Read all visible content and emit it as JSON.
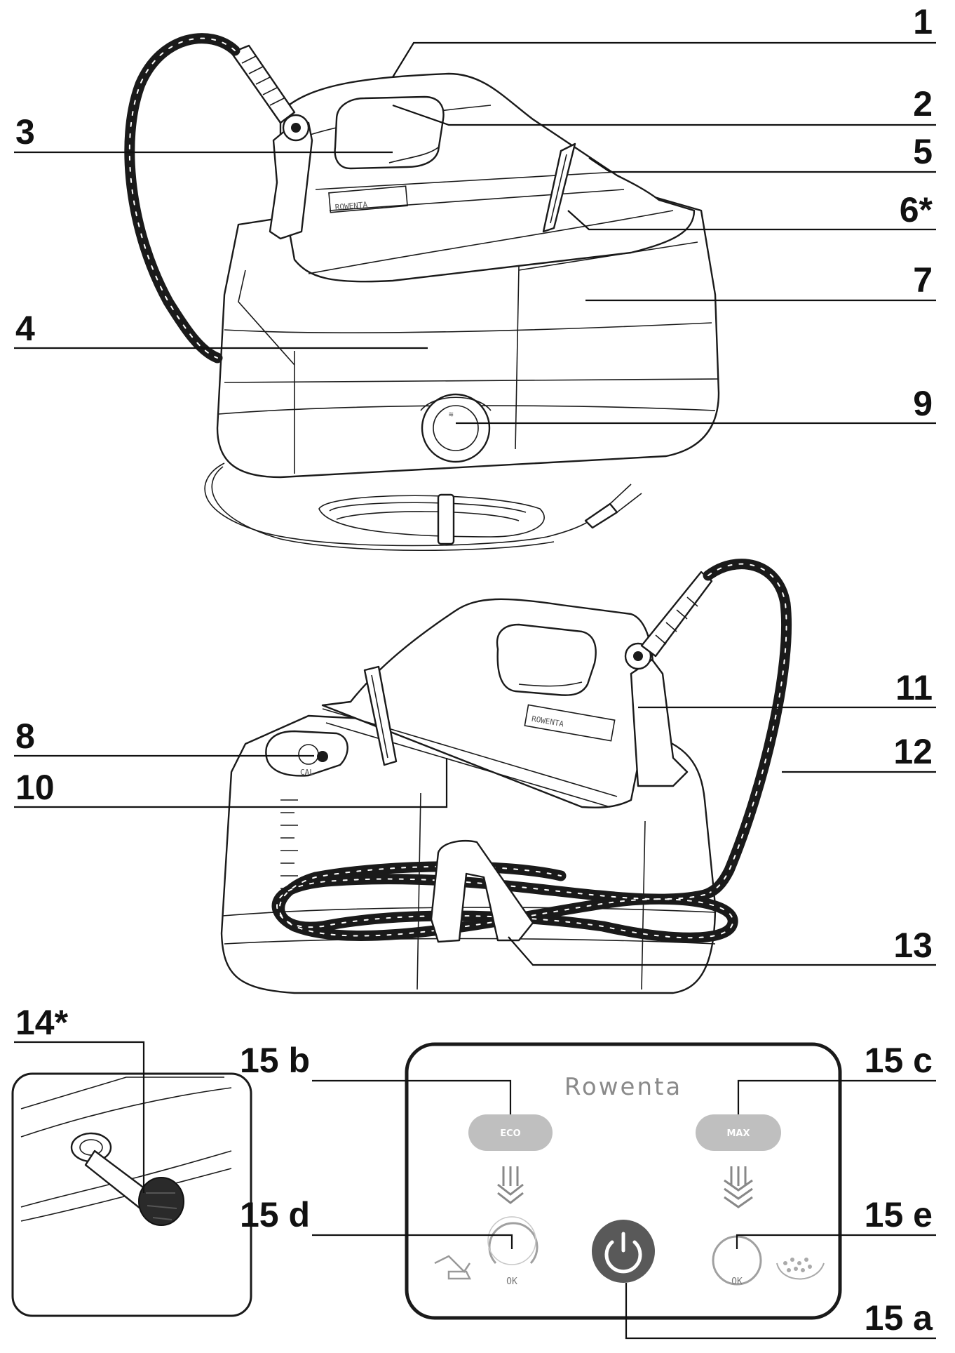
{
  "callouts": {
    "c1": "1",
    "c2": "2",
    "c3": "3",
    "c4": "4",
    "c5": "5",
    "c6": "6*",
    "c7": "7",
    "c8": "8",
    "c9": "9",
    "c10": "10",
    "c11": "11",
    "c12": "12",
    "c13": "13",
    "c14": "14*",
    "c15a": "15 a",
    "c15b": "15 b",
    "c15c": "15 c",
    "c15d": "15 d",
    "c15e": "15 e"
  },
  "iron_label": "ROWENTA",
  "panel": {
    "brand": "Rowenta",
    "eco_label": "ECO",
    "max_label": "MAX",
    "ok_left": "OK",
    "ok_right": "OK"
  },
  "base_label": "CAL"
}
